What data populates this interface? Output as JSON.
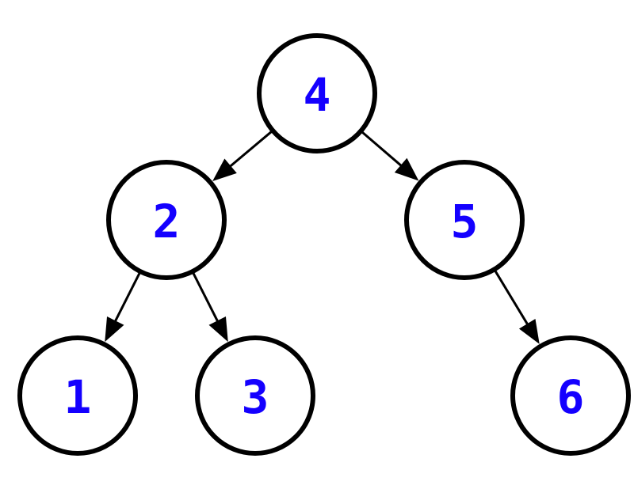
{
  "diagram": {
    "type": "binary-tree",
    "colors": {
      "node_stroke": "#000000",
      "node_fill": "#ffffff",
      "label": "#1400ff",
      "edge": "#000000"
    },
    "nodes": [
      {
        "id": "n4",
        "label": "4"
      },
      {
        "id": "n2",
        "label": "2"
      },
      {
        "id": "n5",
        "label": "5"
      },
      {
        "id": "n1",
        "label": "1"
      },
      {
        "id": "n3",
        "label": "3"
      },
      {
        "id": "n6",
        "label": "6"
      }
    ],
    "edges": [
      {
        "from": "n4",
        "to": "n2"
      },
      {
        "from": "n4",
        "to": "n5"
      },
      {
        "from": "n2",
        "to": "n1"
      },
      {
        "from": "n2",
        "to": "n3"
      },
      {
        "from": "n5",
        "to": "n6"
      }
    ]
  }
}
